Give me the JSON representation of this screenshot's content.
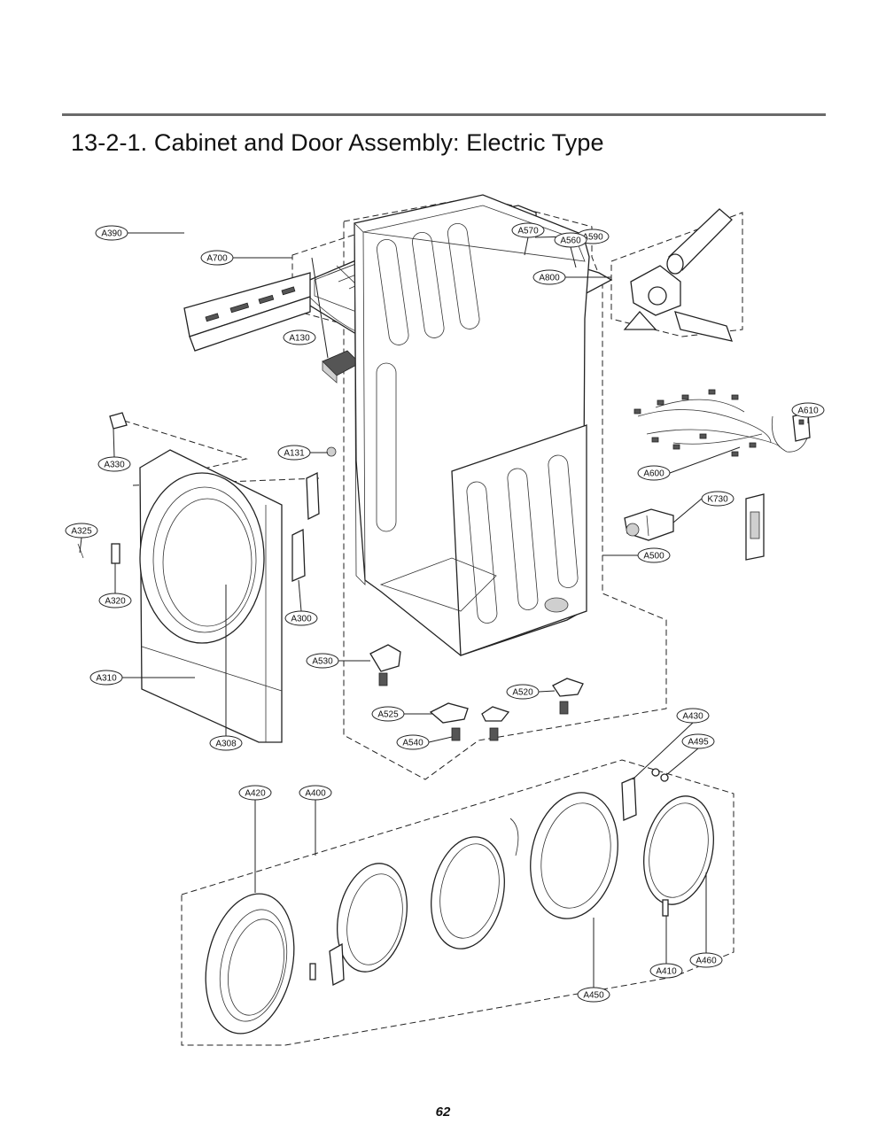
{
  "title": "13-2-1. Cabinet and Door Assembly: Electric Type",
  "page_number": "62",
  "callouts": {
    "A700": "A700",
    "A590": "A590",
    "A800": "A800",
    "A390": "A390",
    "A570": "A570",
    "A560": "A560",
    "A130": "A130",
    "A610": "A610",
    "A330": "A330",
    "A131": "A131",
    "A600": "A600",
    "A325": "A325",
    "K730": "K730",
    "A500": "A500",
    "A320": "A320",
    "A300": "A300",
    "A530": "A530",
    "A310": "A310",
    "A520": "A520",
    "A525": "A525",
    "A540": "A540",
    "A430": "A430",
    "A308": "A308",
    "A495": "A495",
    "A420": "A420",
    "A400": "A400",
    "A410": "A410",
    "A460": "A460",
    "A450": "A450"
  }
}
